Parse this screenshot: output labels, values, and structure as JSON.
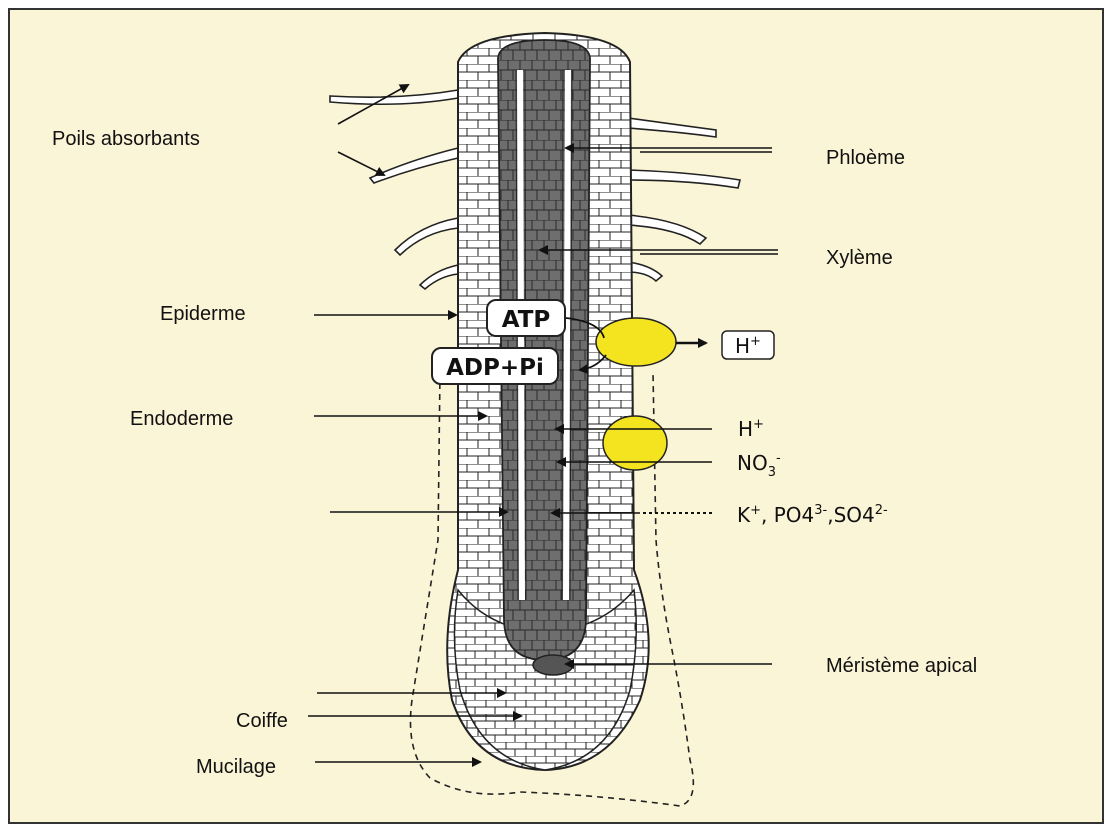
{
  "colors": {
    "background": "#fbf5d7",
    "border": "#333333",
    "stele": "#6e6e6e",
    "pump": "#f4e41f",
    "cell_fill": "#ffffff",
    "cell_line": "#222222"
  },
  "labels": {
    "poils": "Poils absorbants",
    "epiderme": "Epiderme",
    "endoderme": "Endoderme",
    "coiffe": "Coiffe",
    "mucilage": "Mucilage",
    "phloeme": "Phloème",
    "xyleme": "Xylème",
    "meristeme": "Méristème apical"
  },
  "energy": {
    "atp": "ATP",
    "adp": "ADP+Pi"
  },
  "ions": {
    "h_out": "H",
    "h_out_sup": "+",
    "h_in": "H",
    "h_in_sup": "+",
    "no3_base": "NO",
    "no3_sub": "3",
    "no3_sup": "-",
    "k_base": "K",
    "k_sup": "+",
    "k_sep": ",  PO4",
    "po4_sup": "3-",
    "so4_base": ",SO4",
    "so4_sup": "2-"
  }
}
